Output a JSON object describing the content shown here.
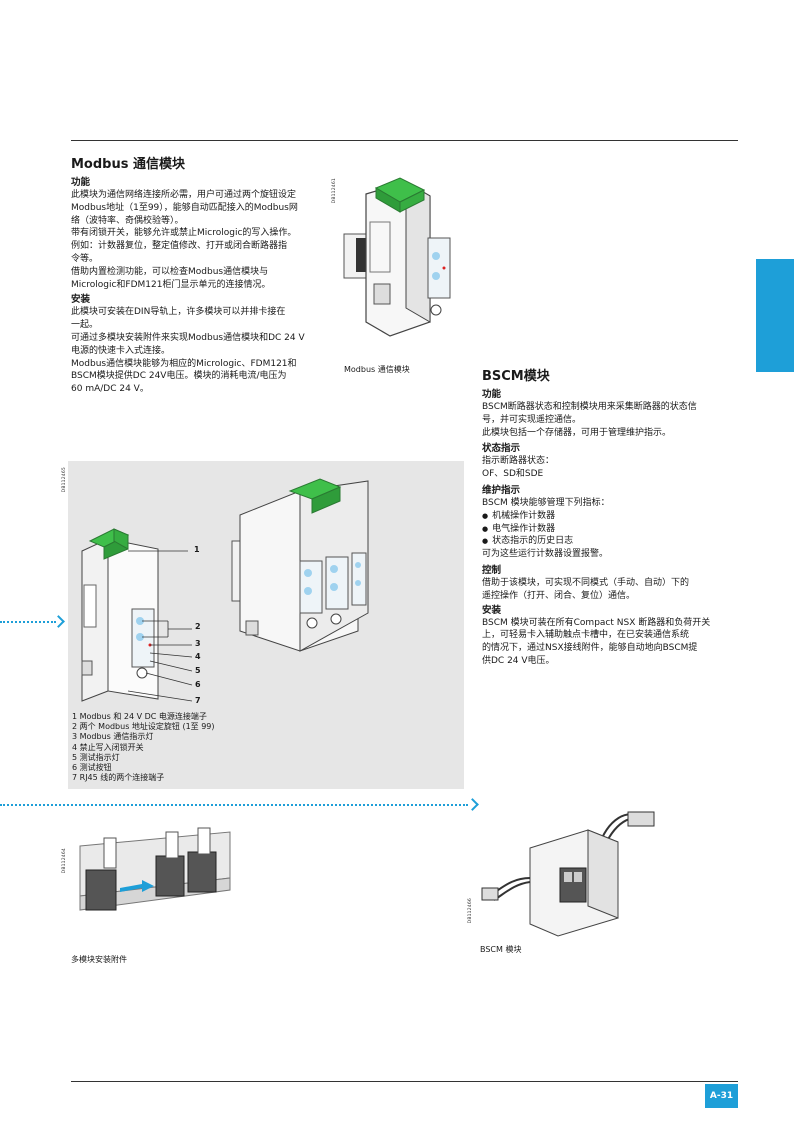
{
  "modbus": {
    "title": "Modbus 通信模块",
    "func_heading": "功能",
    "func_lines": [
      "此模块为通信网络连接所必需，用户可通过两个旋钮设定",
      "Modbus地址（1至99），能够自动匹配接入的Modbus网",
      "络（波特率、奇偶校验等）。",
      "带有闭锁开关，能够允许或禁止Micrologic的写入操作。",
      "例如：计数器复位，整定值修改、打开或闭合断路器指",
      "令等。",
      "借助内置检测功能，可以检查Modbus通信模块与",
      "Micrologic和FDM121柜门显示单元的连接情况。"
    ],
    "install_heading": "安装",
    "install_lines": [
      "此模块可安装在DIN导轨上，许多模块可以并排卡接在",
      "一起。",
      "可通过多模块安装附件来实现Modbus通信模块和DC 24 V",
      "电源的快速卡入式连接。",
      "Modbus通信模块能够为相应的Micrologic、FDM121和",
      "BSCM模块提供DC 24V电压。模块的消耗电流/电压为",
      "60 mA/DC 24 V。"
    ],
    "image_code": "DB112461",
    "image_caption": "Modbus 通信模块"
  },
  "diagram": {
    "image_code": "DB112465",
    "callouts": [
      "1",
      "2",
      "3",
      "4",
      "5",
      "6",
      "7"
    ],
    "legend": [
      "1   Modbus 和 24 V DC 电源连接端子",
      "2   两个 Modbus 地址设定旋钮 (1至 99)",
      "3   Modbus 通信指示灯",
      "4   禁止写入闭锁开关",
      "5   测试指示灯",
      "6   测试按钮",
      "7   RJ45 线的两个连接端子"
    ]
  },
  "accessory": {
    "image_code": "DB112464",
    "caption": "多模块安装附件"
  },
  "bscm": {
    "title": "BSCM模块",
    "func_heading": "功能",
    "func_lines": [
      "BSCM断路器状态和控制模块用来采集断路器的状态信",
      "号，并可实现遥控通信。",
      "此模块包括一个存储器，可用于管理维护指示。"
    ],
    "status_heading": "状态指示",
    "status_lines": [
      "指示断路器状态：",
      "OF、SD和SDE"
    ],
    "maint_heading": "维护指示",
    "maint_intro": "BSCM 模块能够管理下列指标：",
    "maint_items": [
      "机械操作计数器",
      "电气操作计数器",
      "状态指示的历史日志"
    ],
    "maint_outro": "可为这些运行计数器设置报警。",
    "control_heading": "控制",
    "control_lines": [
      "借助于该模块，可实现不同模式（手动、自动）下的",
      "遥控操作（打开、闭合、复位）通信。"
    ],
    "install_heading": "安装",
    "install_lines": [
      "BSCM 模块可装在所有Compact NSX 断路器和负荷开关",
      "上，可轻易卡入辅助触点卡槽中，在已安装通信系统",
      "的情况下，通过NSX接线附件，能够自动地向BSCM提",
      "供DC 24 V电压。"
    ],
    "image_code": "DB112466",
    "image_caption": "BSCM 模块"
  },
  "footer": {
    "page_number": "A-31"
  },
  "colors": {
    "accent": "#1e9fd8",
    "panel": "#e6e6e6",
    "connector_green": "#3fbf4a"
  }
}
